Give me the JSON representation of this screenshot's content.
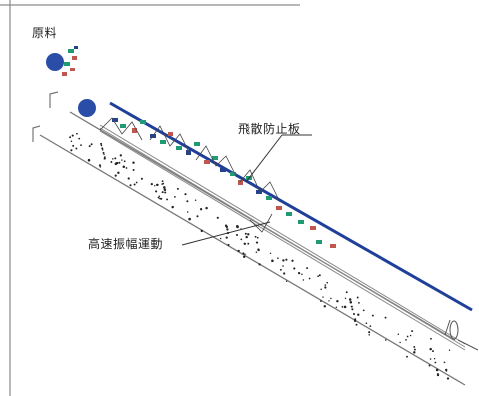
{
  "labels": {
    "raw_material": "原料",
    "anti_scatter_plate": "飛散防止板",
    "high_speed_amplitude": "高速振幅運動"
  },
  "colors": {
    "plate_blue": "#1f3f99",
    "ball_blue": "#2a4ea8",
    "frame_gray": "#8a8a8a",
    "particle_green": "#1f9a73",
    "particle_red": "#c0574e",
    "particle_navy": "#23438f",
    "dots": "#222222"
  },
  "icons": {
    "ball": "roller-ball-icon",
    "particle": "material-particle-icon"
  }
}
